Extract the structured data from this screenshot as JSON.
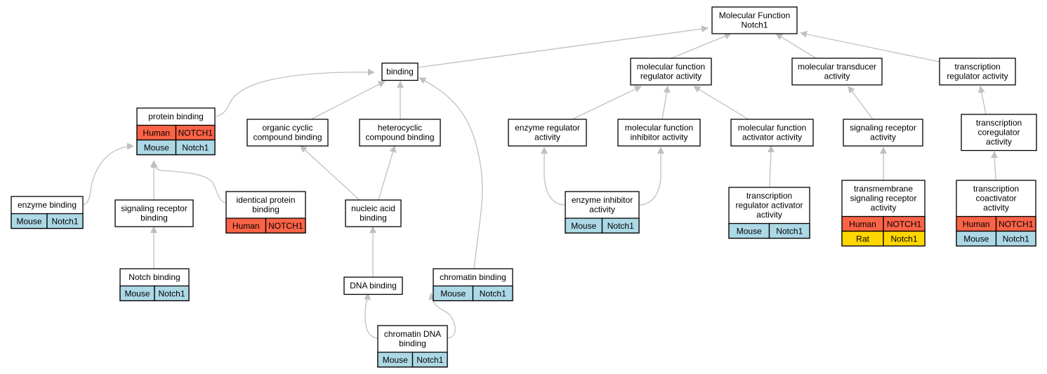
{
  "colors": {
    "Human": "#fb6347",
    "Mouse": "#add8e6",
    "Rat": "#ffd700",
    "edge": "#c0c0c0"
  },
  "nodes": [
    {
      "id": "mf",
      "label": [
        "Molecular Function",
        "Notch1"
      ],
      "rows": []
    },
    {
      "id": "binding",
      "label": [
        "binding"
      ],
      "rows": []
    },
    {
      "id": "mfra",
      "label": [
        "molecular function",
        "regulator activity"
      ],
      "rows": []
    },
    {
      "id": "mta",
      "label": [
        "molecular transducer",
        "activity"
      ],
      "rows": []
    },
    {
      "id": "tra",
      "label": [
        "transcription",
        "regulator activity"
      ],
      "rows": []
    },
    {
      "id": "pb",
      "label": [
        "protein binding"
      ],
      "rows": [
        [
          "Human",
          "NOTCH1"
        ],
        [
          "Mouse",
          "Notch1"
        ]
      ]
    },
    {
      "id": "occb",
      "label": [
        "organic cyclic",
        "compound binding"
      ],
      "rows": []
    },
    {
      "id": "hcb",
      "label": [
        "heterocyclic",
        "compound binding"
      ],
      "rows": []
    },
    {
      "id": "era",
      "label": [
        "enzyme regulator",
        "activity"
      ],
      "rows": []
    },
    {
      "id": "mfia",
      "label": [
        "molecular function",
        "inhibitor activity"
      ],
      "rows": []
    },
    {
      "id": "mfaa",
      "label": [
        "molecular function",
        "activator activity"
      ],
      "rows": []
    },
    {
      "id": "sra",
      "label": [
        "signaling receptor",
        "activity"
      ],
      "rows": []
    },
    {
      "id": "tcra",
      "label": [
        "transcription",
        "coregulator",
        "activity"
      ],
      "rows": []
    },
    {
      "id": "eb",
      "label": [
        "enzyme binding"
      ],
      "rows": [
        [
          "Mouse",
          "Notch1"
        ]
      ]
    },
    {
      "id": "srb",
      "label": [
        "signaling receptor",
        "binding"
      ],
      "rows": []
    },
    {
      "id": "ipb",
      "label": [
        "identical protein",
        "binding"
      ],
      "rows": [
        [
          "Human",
          "NOTCH1"
        ]
      ]
    },
    {
      "id": "nab",
      "label": [
        "nucleic acid",
        "binding"
      ],
      "rows": []
    },
    {
      "id": "eia",
      "label": [
        "enzyme inhibitor",
        "activity"
      ],
      "rows": [
        [
          "Mouse",
          "Notch1"
        ]
      ]
    },
    {
      "id": "traa",
      "label": [
        "transcription",
        "regulator activator",
        "activity"
      ],
      "rows": [
        [
          "Mouse",
          "Notch1"
        ]
      ]
    },
    {
      "id": "tsra",
      "label": [
        "transmembrane",
        "signaling receptor",
        "activity"
      ],
      "rows": [
        [
          "Human",
          "NOTCH1"
        ],
        [
          "Rat",
          "Notch1"
        ]
      ]
    },
    {
      "id": "tcaa",
      "label": [
        "transcription",
        "coactivator",
        "activity"
      ],
      "rows": [
        [
          "Human",
          "NOTCH1"
        ],
        [
          "Mouse",
          "Notch1"
        ]
      ]
    },
    {
      "id": "nb",
      "label": [
        "Notch binding"
      ],
      "rows": [
        [
          "Mouse",
          "Notch1"
        ]
      ]
    },
    {
      "id": "dnab",
      "label": [
        "DNA binding"
      ],
      "rows": []
    },
    {
      "id": "cb",
      "label": [
        "chromatin binding"
      ],
      "rows": [
        [
          "Mouse",
          "Notch1"
        ]
      ]
    },
    {
      "id": "cdb",
      "label": [
        "chromatin DNA",
        "binding"
      ],
      "rows": [
        [
          "Mouse",
          "Notch1"
        ]
      ]
    }
  ],
  "edges": [
    [
      "binding",
      "mf"
    ],
    [
      "mfra",
      "mf"
    ],
    [
      "mta",
      "mf"
    ],
    [
      "tra",
      "mf"
    ],
    [
      "pb",
      "binding"
    ],
    [
      "occb",
      "binding"
    ],
    [
      "hcb",
      "binding"
    ],
    [
      "cb",
      "binding"
    ],
    [
      "era",
      "mfra"
    ],
    [
      "mfia",
      "mfra"
    ],
    [
      "mfaa",
      "mfra"
    ],
    [
      "sra",
      "mta"
    ],
    [
      "tcra",
      "tra"
    ],
    [
      "eb",
      "pb"
    ],
    [
      "srb",
      "pb"
    ],
    [
      "ipb",
      "pb"
    ],
    [
      "nab",
      "occb"
    ],
    [
      "nab",
      "hcb"
    ],
    [
      "eia",
      "era"
    ],
    [
      "eia",
      "mfia"
    ],
    [
      "traa",
      "mfaa"
    ],
    [
      "tsra",
      "sra"
    ],
    [
      "tcaa",
      "tcra"
    ],
    [
      "nb",
      "srb"
    ],
    [
      "dnab",
      "nab"
    ],
    [
      "cdb",
      "dnab"
    ],
    [
      "cdb",
      "cb"
    ]
  ]
}
